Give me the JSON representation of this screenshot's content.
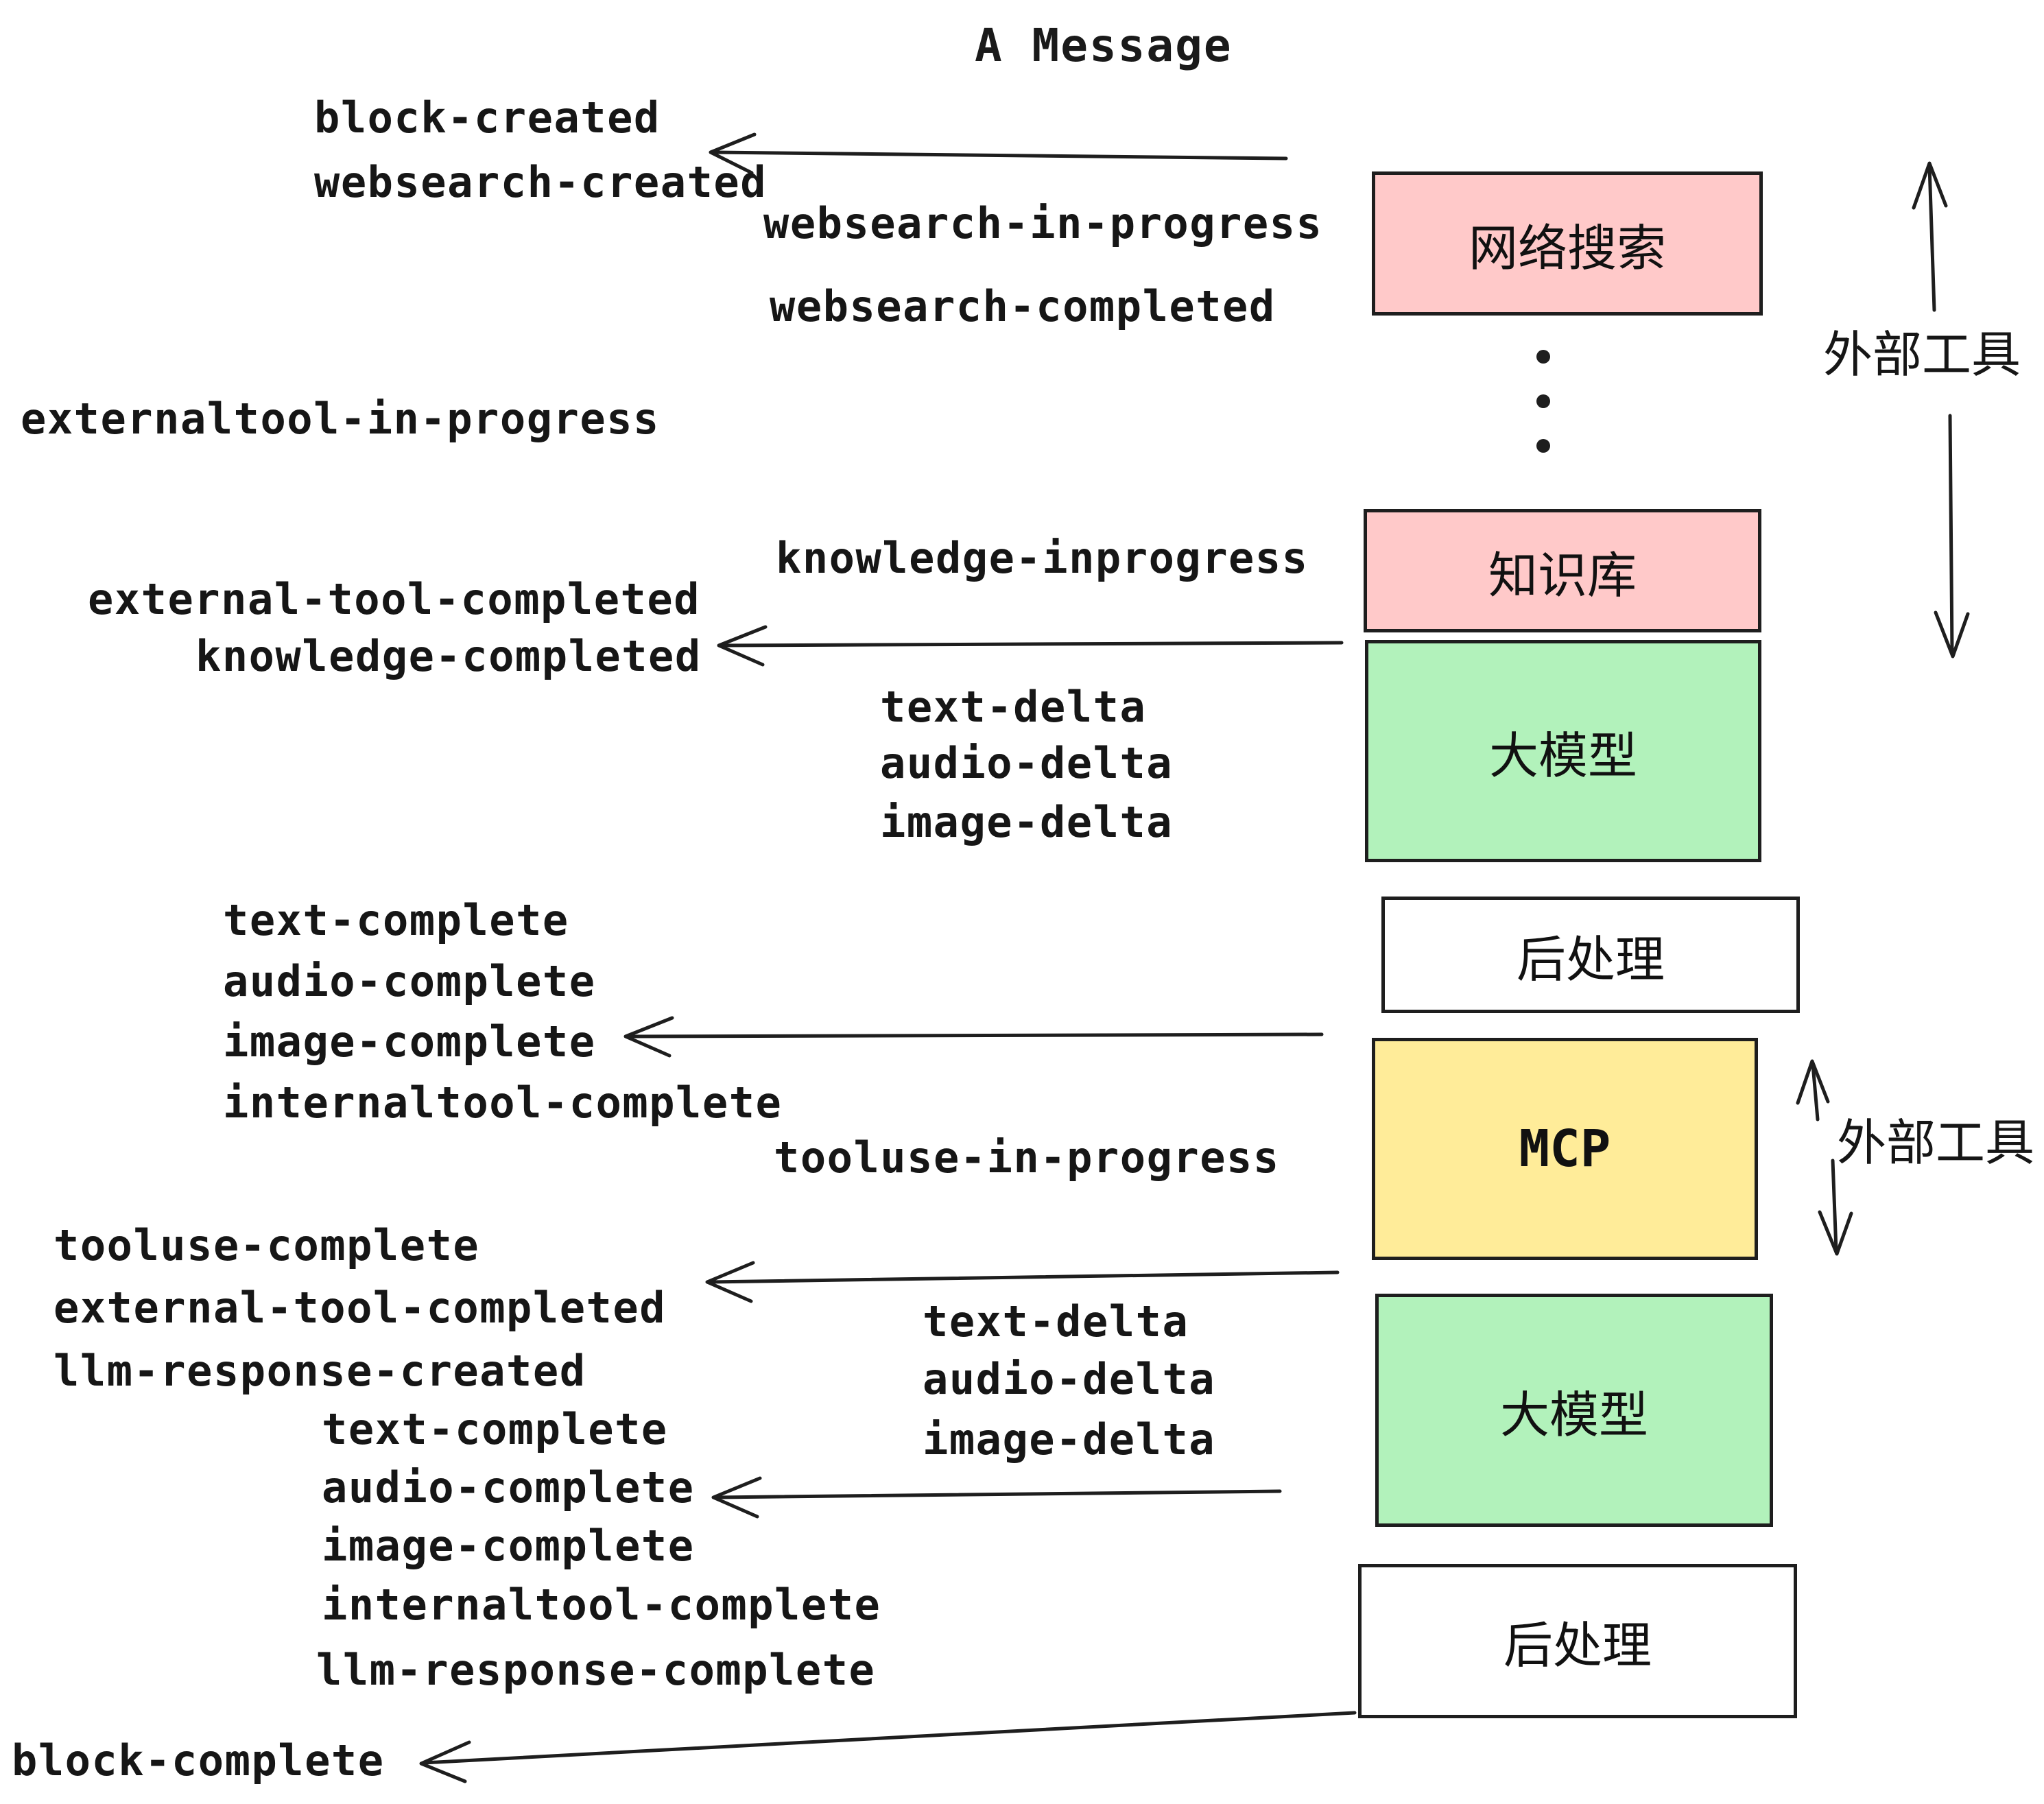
{
  "title": "A Message",
  "boxes": [
    {
      "label": "网络搜索",
      "color": "#ffc9c9"
    },
    {
      "label": "知识库",
      "color": "#ffc9c9"
    },
    {
      "label": "大模型",
      "color": "#b2f2bb"
    },
    {
      "label": "后处理",
      "color": "#ffffff"
    },
    {
      "label": "MCP",
      "color": "#ffec99"
    },
    {
      "label": "大模型",
      "color": "#b2f2bb"
    },
    {
      "label": "后处理",
      "color": "#ffffff"
    }
  ],
  "side_labels": [
    {
      "text": "外部工具"
    },
    {
      "text": "外部工具"
    }
  ],
  "events": [
    {
      "text": "block-created"
    },
    {
      "text": "websearch-created"
    },
    {
      "text": "websearch-in-progress"
    },
    {
      "text": "websearch-completed"
    },
    {
      "text": "externaltool-in-progress"
    },
    {
      "text": "knowledge-inprogress"
    },
    {
      "text": "external-tool-completed"
    },
    {
      "text": "knowledge-completed"
    },
    {
      "text": "text-delta"
    },
    {
      "text": "audio-delta"
    },
    {
      "text": "image-delta"
    },
    {
      "text": "text-complete"
    },
    {
      "text": "audio-complete"
    },
    {
      "text": "image-complete"
    },
    {
      "text": "internaltool-complete"
    },
    {
      "text": "tooluse-in-progress"
    },
    {
      "text": "tooluse-complete"
    },
    {
      "text": "external-tool-completed"
    },
    {
      "text": "llm-response-created"
    },
    {
      "text": "text-delta"
    },
    {
      "text": "audio-delta"
    },
    {
      "text": "image-delta"
    },
    {
      "text": "text-complete"
    },
    {
      "text": "audio-complete"
    },
    {
      "text": "image-complete"
    },
    {
      "text": "internaltool-complete"
    },
    {
      "text": "llm-response-complete"
    },
    {
      "text": "block-complete"
    }
  ],
  "colors": {
    "stroke": "#1e1e1e",
    "text": "#161616",
    "box_pink": "#ffc9c9",
    "box_green": "#b2f2bb",
    "box_yellow": "#ffec99",
    "box_white": "#ffffff",
    "background": "#ffffff"
  }
}
